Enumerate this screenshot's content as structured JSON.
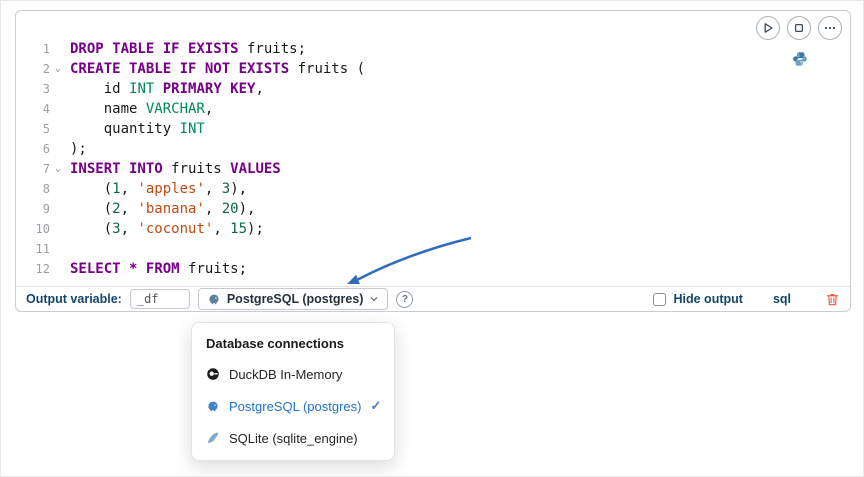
{
  "editor": {
    "fold_glyph": "⌄",
    "lines": [
      {
        "num": "1",
        "fold": false,
        "tokens": [
          {
            "c": "kw",
            "t": "DROP TABLE IF EXISTS"
          },
          {
            "c": "pl",
            "t": " fruits;"
          }
        ]
      },
      {
        "num": "2",
        "fold": true,
        "tokens": [
          {
            "c": "kw",
            "t": "CREATE TABLE IF NOT EXISTS"
          },
          {
            "c": "pl",
            "t": " fruits ("
          }
        ]
      },
      {
        "num": "3",
        "fold": false,
        "tokens": [
          {
            "c": "pl",
            "t": "    id "
          },
          {
            "c": "ty",
            "t": "INT"
          },
          {
            "c": "pl",
            "t": " "
          },
          {
            "c": "kw",
            "t": "PRIMARY KEY"
          },
          {
            "c": "pl",
            "t": ","
          }
        ]
      },
      {
        "num": "4",
        "fold": false,
        "tokens": [
          {
            "c": "pl",
            "t": "    name "
          },
          {
            "c": "ty",
            "t": "VARCHAR"
          },
          {
            "c": "pl",
            "t": ","
          }
        ]
      },
      {
        "num": "5",
        "fold": false,
        "tokens": [
          {
            "c": "pl",
            "t": "    quantity "
          },
          {
            "c": "ty",
            "t": "INT"
          }
        ]
      },
      {
        "num": "6",
        "fold": false,
        "tokens": [
          {
            "c": "pl",
            "t": ");"
          }
        ]
      },
      {
        "num": "7",
        "fold": true,
        "tokens": [
          {
            "c": "kw",
            "t": "INSERT INTO"
          },
          {
            "c": "pl",
            "t": " fruits "
          },
          {
            "c": "kw",
            "t": "VALUES"
          }
        ]
      },
      {
        "num": "8",
        "fold": false,
        "tokens": [
          {
            "c": "pl",
            "t": "    ("
          },
          {
            "c": "num",
            "t": "1"
          },
          {
            "c": "pl",
            "t": ", "
          },
          {
            "c": "str",
            "t": "'apples'"
          },
          {
            "c": "pl",
            "t": ", "
          },
          {
            "c": "num",
            "t": "3"
          },
          {
            "c": "pl",
            "t": "),"
          }
        ]
      },
      {
        "num": "9",
        "fold": false,
        "tokens": [
          {
            "c": "pl",
            "t": "    ("
          },
          {
            "c": "num",
            "t": "2"
          },
          {
            "c": "pl",
            "t": ", "
          },
          {
            "c": "str",
            "t": "'banana'"
          },
          {
            "c": "pl",
            "t": ", "
          },
          {
            "c": "num",
            "t": "20"
          },
          {
            "c": "pl",
            "t": "),"
          }
        ]
      },
      {
        "num": "10",
        "fold": false,
        "tokens": [
          {
            "c": "pl",
            "t": "    ("
          },
          {
            "c": "num",
            "t": "3"
          },
          {
            "c": "pl",
            "t": ", "
          },
          {
            "c": "str",
            "t": "'coconut'"
          },
          {
            "c": "pl",
            "t": ", "
          },
          {
            "c": "num",
            "t": "15"
          },
          {
            "c": "pl",
            "t": ");"
          }
        ]
      },
      {
        "num": "11",
        "fold": false,
        "tokens": []
      },
      {
        "num": "12",
        "fold": false,
        "tokens": [
          {
            "c": "kw",
            "t": "SELECT"
          },
          {
            "c": "pl",
            "t": " "
          },
          {
            "c": "op",
            "t": "*"
          },
          {
            "c": "pl",
            "t": " "
          },
          {
            "c": "kw",
            "t": "FROM"
          },
          {
            "c": "pl",
            "t": " fruits;"
          }
        ]
      }
    ]
  },
  "footer": {
    "output_variable_label": "Output variable:",
    "output_variable_value": "_df",
    "connection_label": "PostgreSQL (postgres)",
    "hide_output_label": "Hide output",
    "language_label": "sql"
  },
  "menu": {
    "title": "Database connections",
    "items": [
      {
        "label": "DuckDB In-Memory",
        "icon": "duckdb-icon",
        "selected": false
      },
      {
        "label": "PostgreSQL (postgres)",
        "icon": "postgresql-icon",
        "selected": true
      },
      {
        "label": "SQLite (sqlite_engine)",
        "icon": "sqlite-icon",
        "selected": false
      }
    ],
    "checkmark": "✓"
  },
  "misc": {
    "help_glyph": "?"
  },
  "icons": {
    "cell_actions": [
      "play-circle-icon",
      "stop-circle-icon",
      "ellipsis-icon"
    ],
    "language_badge": "python-icon",
    "connection": "postgresql-icon",
    "dropdown": "chevron-down-icon",
    "help": "question-circle-icon",
    "delete": "trash-icon",
    "selected_check": "checkmark-icon",
    "annotation": "blue-arrow"
  },
  "colors": {
    "keyword": "#770088",
    "type": "#008855",
    "number": "#116644",
    "string": "#C04A12",
    "selected_connection": "#2073CF",
    "footer_label": "#15456B",
    "trash": "#E2594B",
    "arrow": "#2F6CBB",
    "python_blue": "#3b76a8"
  }
}
